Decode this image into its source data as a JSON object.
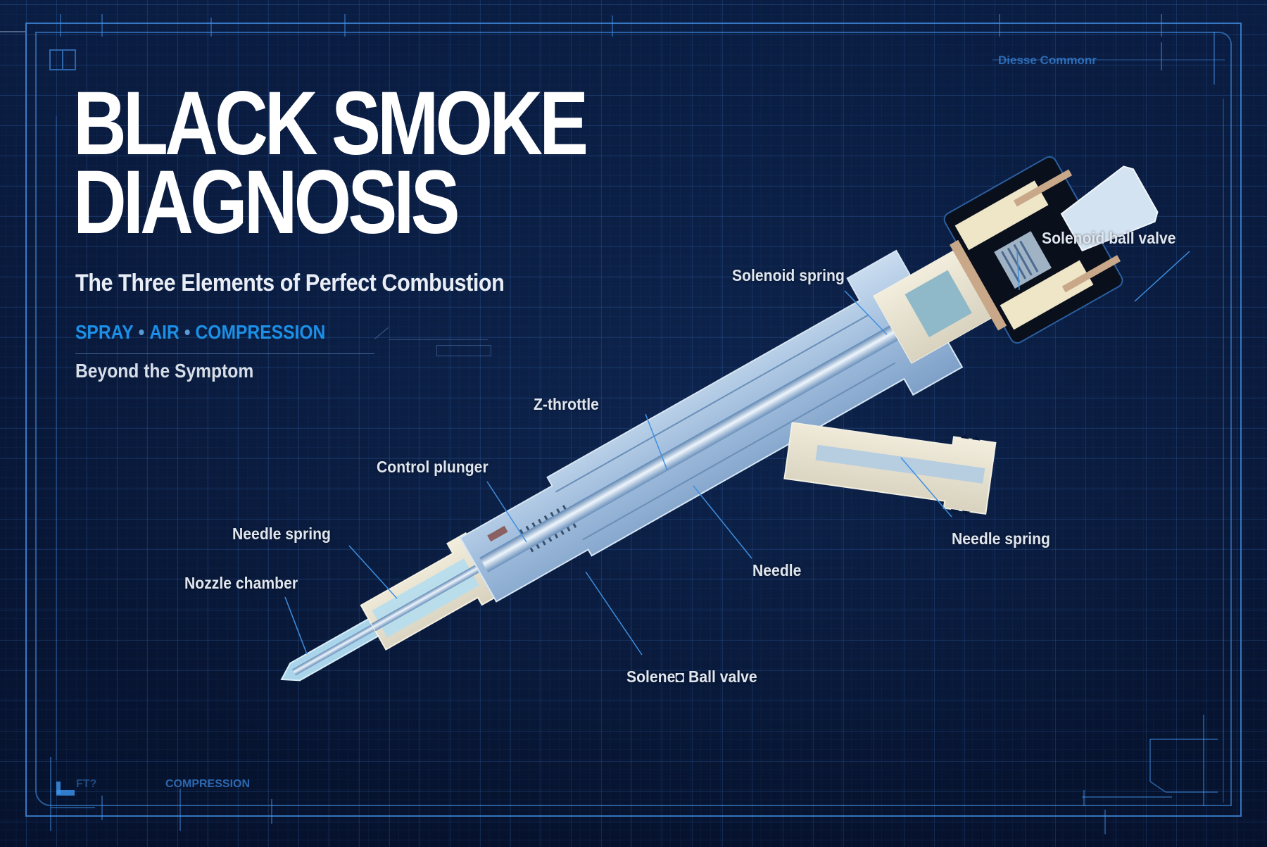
{
  "header": {
    "title_line1": "BLACK SMOKE",
    "title_line2": "DIAGNOSIS",
    "subtitle": "The Three Elements of Perfect Combustion",
    "tagline": {
      "items": [
        "SPRAY",
        "AIR",
        "COMPRESSION"
      ],
      "separator": "•",
      "color": "#1c8fe6"
    },
    "secondary": "Beyond the Symptom"
  },
  "blueprint": {
    "corner_label_top_right": "Diesse Commonr",
    "corner_label_bottom_left": "COMPRESSION",
    "corner_label_bottom_left_prefix": "FT?",
    "background_color": "#08183a",
    "grid_color": "#3c78c8",
    "frame_color": "#4696f0"
  },
  "diagram": {
    "subject": "Common rail diesel injector (cutaway)",
    "callouts": [
      {
        "id": "solenoid-ball-valve-top",
        "label": "Solenoid ball valve"
      },
      {
        "id": "solenoid-spring",
        "label": "Solenoid spring"
      },
      {
        "id": "z-throttle",
        "label": "Z-throttle"
      },
      {
        "id": "control-plunger",
        "label": "Control plunger"
      },
      {
        "id": "needle-spring-left",
        "label": "Needle spring"
      },
      {
        "id": "nozzle-chamber",
        "label": "Nozzle chamber"
      },
      {
        "id": "needle",
        "label": "Needle"
      },
      {
        "id": "needle-spring-right",
        "label": "Needle spring"
      },
      {
        "id": "solenoid-ball-valve-bottom",
        "label": "Solene◘ Ball valve"
      }
    ]
  }
}
